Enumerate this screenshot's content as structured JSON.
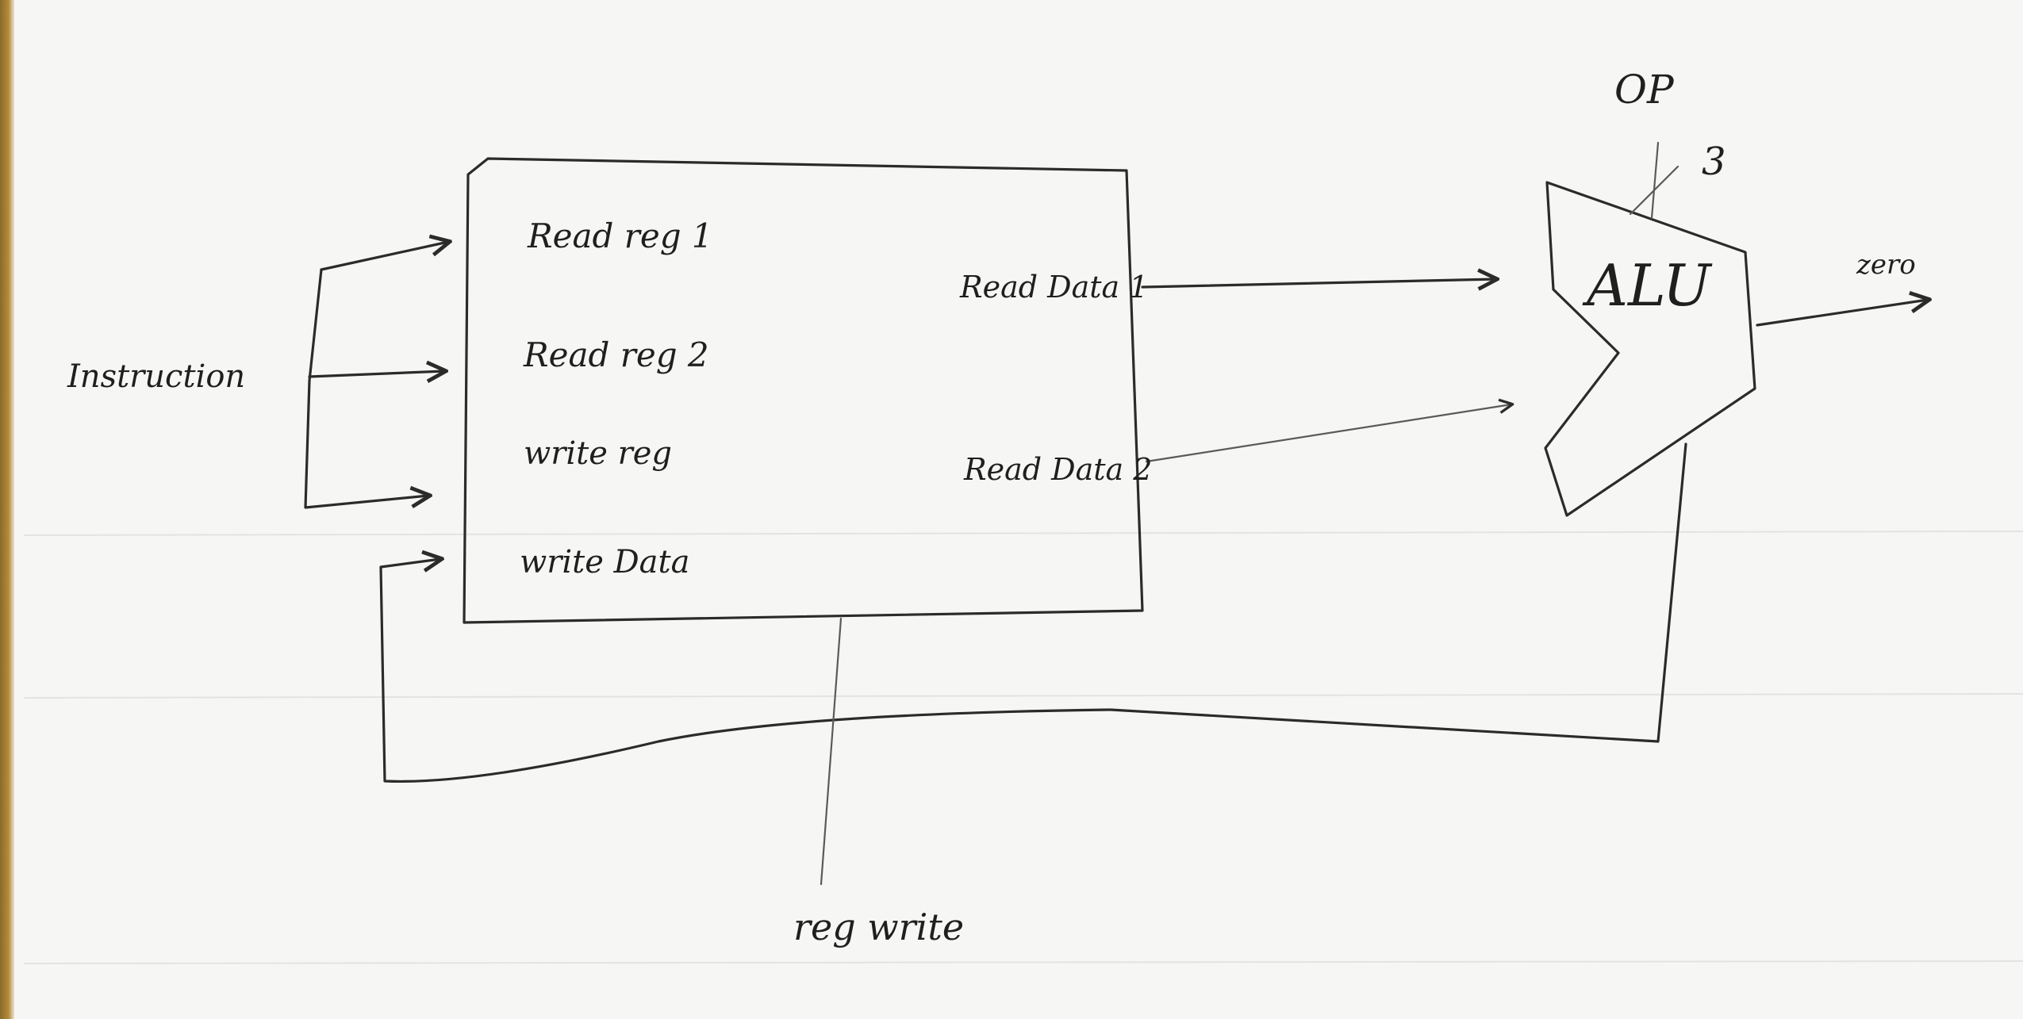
{
  "diagram": {
    "input_label": "Instruction",
    "register_file": {
      "inputs": [
        "Read reg 1",
        "Read reg 2",
        "write reg",
        "write Data"
      ],
      "outputs": [
        "Read Data 1",
        "Read Data 2"
      ]
    },
    "alu": {
      "label": "ALU",
      "op_label": "OP",
      "op_width": "3",
      "output_label": "zero"
    },
    "control_label": "reg write"
  }
}
